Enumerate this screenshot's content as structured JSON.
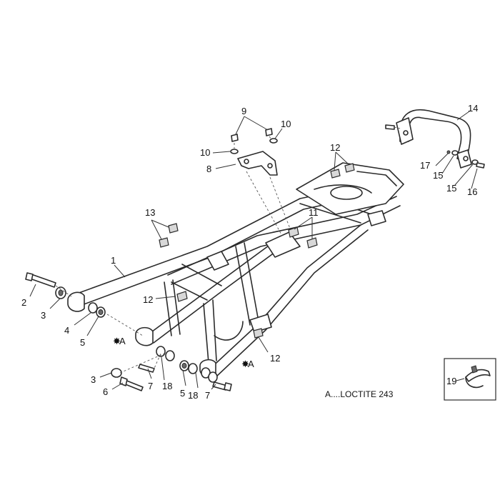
{
  "callouts": {
    "c1": "1",
    "c2": "2",
    "c3a": "3",
    "c3b": "3",
    "c4": "4",
    "c5a": "5",
    "c5b": "5",
    "c6": "6",
    "c7a": "7",
    "c7b": "7",
    "c8": "8",
    "c9": "9",
    "c10a": "10",
    "c10b": "10",
    "c11": "11",
    "c12a": "12",
    "c12b": "12",
    "c12c": "12",
    "c13": "13",
    "c14": "14",
    "c15a": "15",
    "c15b": "15",
    "c16": "16",
    "c17": "17",
    "c18a": "18",
    "c18b": "18",
    "c19": "19",
    "markA1": "A",
    "markA2": "A"
  },
  "legend": {
    "loctite_note": "A....LOCTITE 243"
  }
}
